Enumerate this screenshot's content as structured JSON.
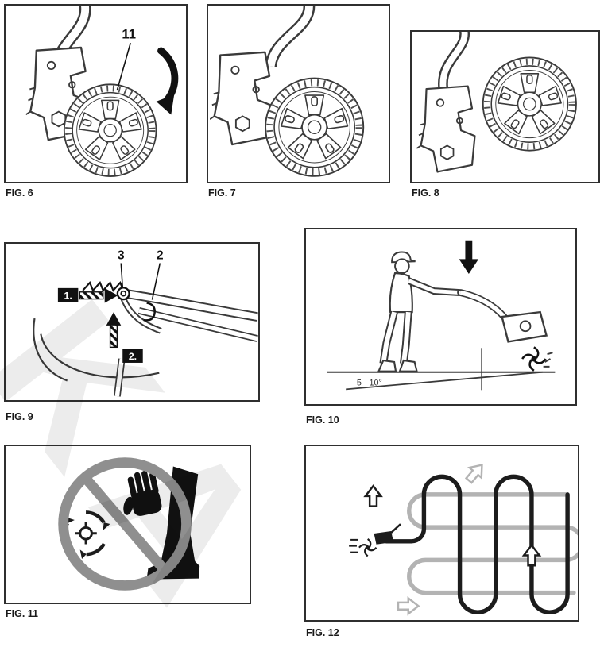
{
  "document": {
    "watermark": "KA",
    "colors": {
      "line": "#3a3a3a",
      "ink": "#111111",
      "gray_sign": "#8f8f8f",
      "gray_path": "#b3b3b3"
    }
  },
  "figures": {
    "fig6": {
      "caption": "FIG. 6",
      "part_label": "11"
    },
    "fig7": {
      "caption": "FIG. 7"
    },
    "fig8": {
      "caption": "FIG. 8"
    },
    "fig9": {
      "caption": "FIG. 9",
      "part_label_3": "3",
      "part_label_2": "2",
      "step_1": "1.",
      "step_2": "2."
    },
    "fig10": {
      "caption": "FIG. 10",
      "angle_label": "5 - 10°"
    },
    "fig11": {
      "caption": "FIG. 11"
    },
    "fig12": {
      "caption": "FIG. 12"
    }
  }
}
